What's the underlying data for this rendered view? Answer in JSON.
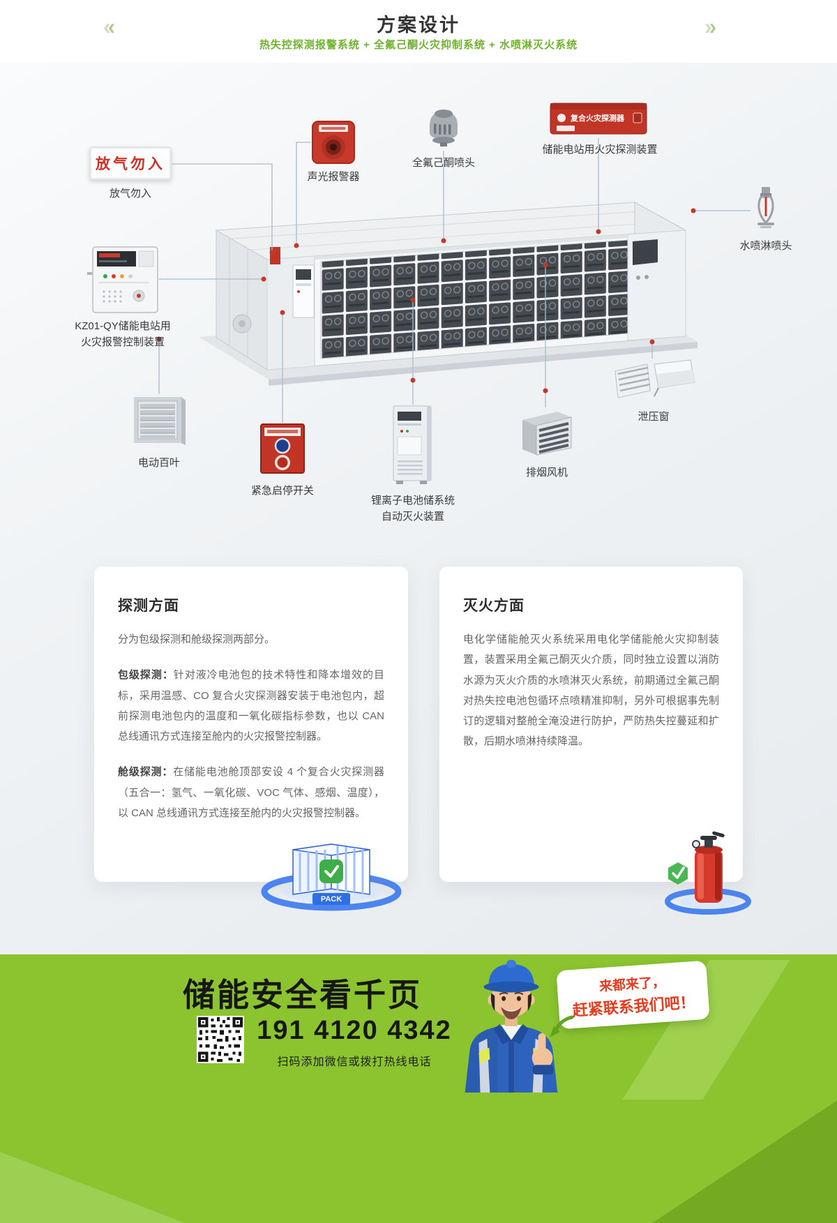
{
  "header": {
    "title": "方案设计",
    "subtitle": "热失控探测报警系统 + 全氟己酮火灾抑制系统 + 水喷淋灭火系统"
  },
  "diagram": {
    "callouts": {
      "sign": {
        "label": "放气勿入",
        "device_text": "放气勿入"
      },
      "alarm": {
        "label": "声光报警器"
      },
      "nozzle": {
        "label": "全氟己酮喷头"
      },
      "detector": {
        "label": "储能电站用火灾探测装置",
        "device_text": "复合火灾探测器"
      },
      "sprinkler": {
        "label": "水喷淋喷头"
      },
      "controller": {
        "label_line1": "KZ01-QY储能电站用",
        "label_line2": "火灾报警控制装置"
      },
      "louver": {
        "label": "电动百叶"
      },
      "switch": {
        "label": "紧急启停开关"
      },
      "battery_cabinet": {
        "label_line1": "锂离子电池储系统",
        "label_line2": "自动灭火装置"
      },
      "fan": {
        "label": "排烟风机"
      },
      "vent": {
        "label": "泄压窗"
      }
    }
  },
  "cards": {
    "detection": {
      "title": "探测方面",
      "intro": "分为包级探测和舱级探测两部分。",
      "pack_label": "包级探测：",
      "pack_text": "针对液冷电池包的技术特性和降本增效的目标，采用温感、CO 复合火灾探测器安装于电池包内，超前探测电池包内的温度和一氧化碳指标参数，也以 CAN 总线通讯方式连接至舱内的火灾报警控制器。",
      "cabin_label": "舱级探测：",
      "cabin_text": "在储能电池舱顶部安设 4 个复合火灾探测器（五合一：氢气、一氧化碳、VOC 气体、感烟、温度），以 CAN 总线通讯方式连接至舱内的火灾报警控制器。",
      "badge": "PACK"
    },
    "suppression": {
      "title": "灭火方面",
      "text": "电化学储能舱灭火系统采用电化学储能舱火灾抑制装置，装置采用全氟己酮灭火介质，同时独立设置以消防水源为灭火介质的水喷淋灭火系统，前期通过全氟己酮对热失控电池包循环点喷精准抑制，另外可根据事先制订的逻辑对整舱全淹没进行防护，严防热失控蔓延和扩散，后期水喷淋持续降温。"
    }
  },
  "footer": {
    "headline": "储能安全看千页",
    "phone": "191 4120 4342",
    "caption": "扫码添加微信或拨打热线电话",
    "bubble_line1": "来都来了，",
    "bubble_line2": "赶紧联系我们吧！"
  },
  "colors": {
    "accent_green": "#6fb32b",
    "footer_green": "#8cc430",
    "alert_red": "#c13527",
    "dot_red": "#c0392b",
    "connector_blue": "#a8bccd"
  }
}
